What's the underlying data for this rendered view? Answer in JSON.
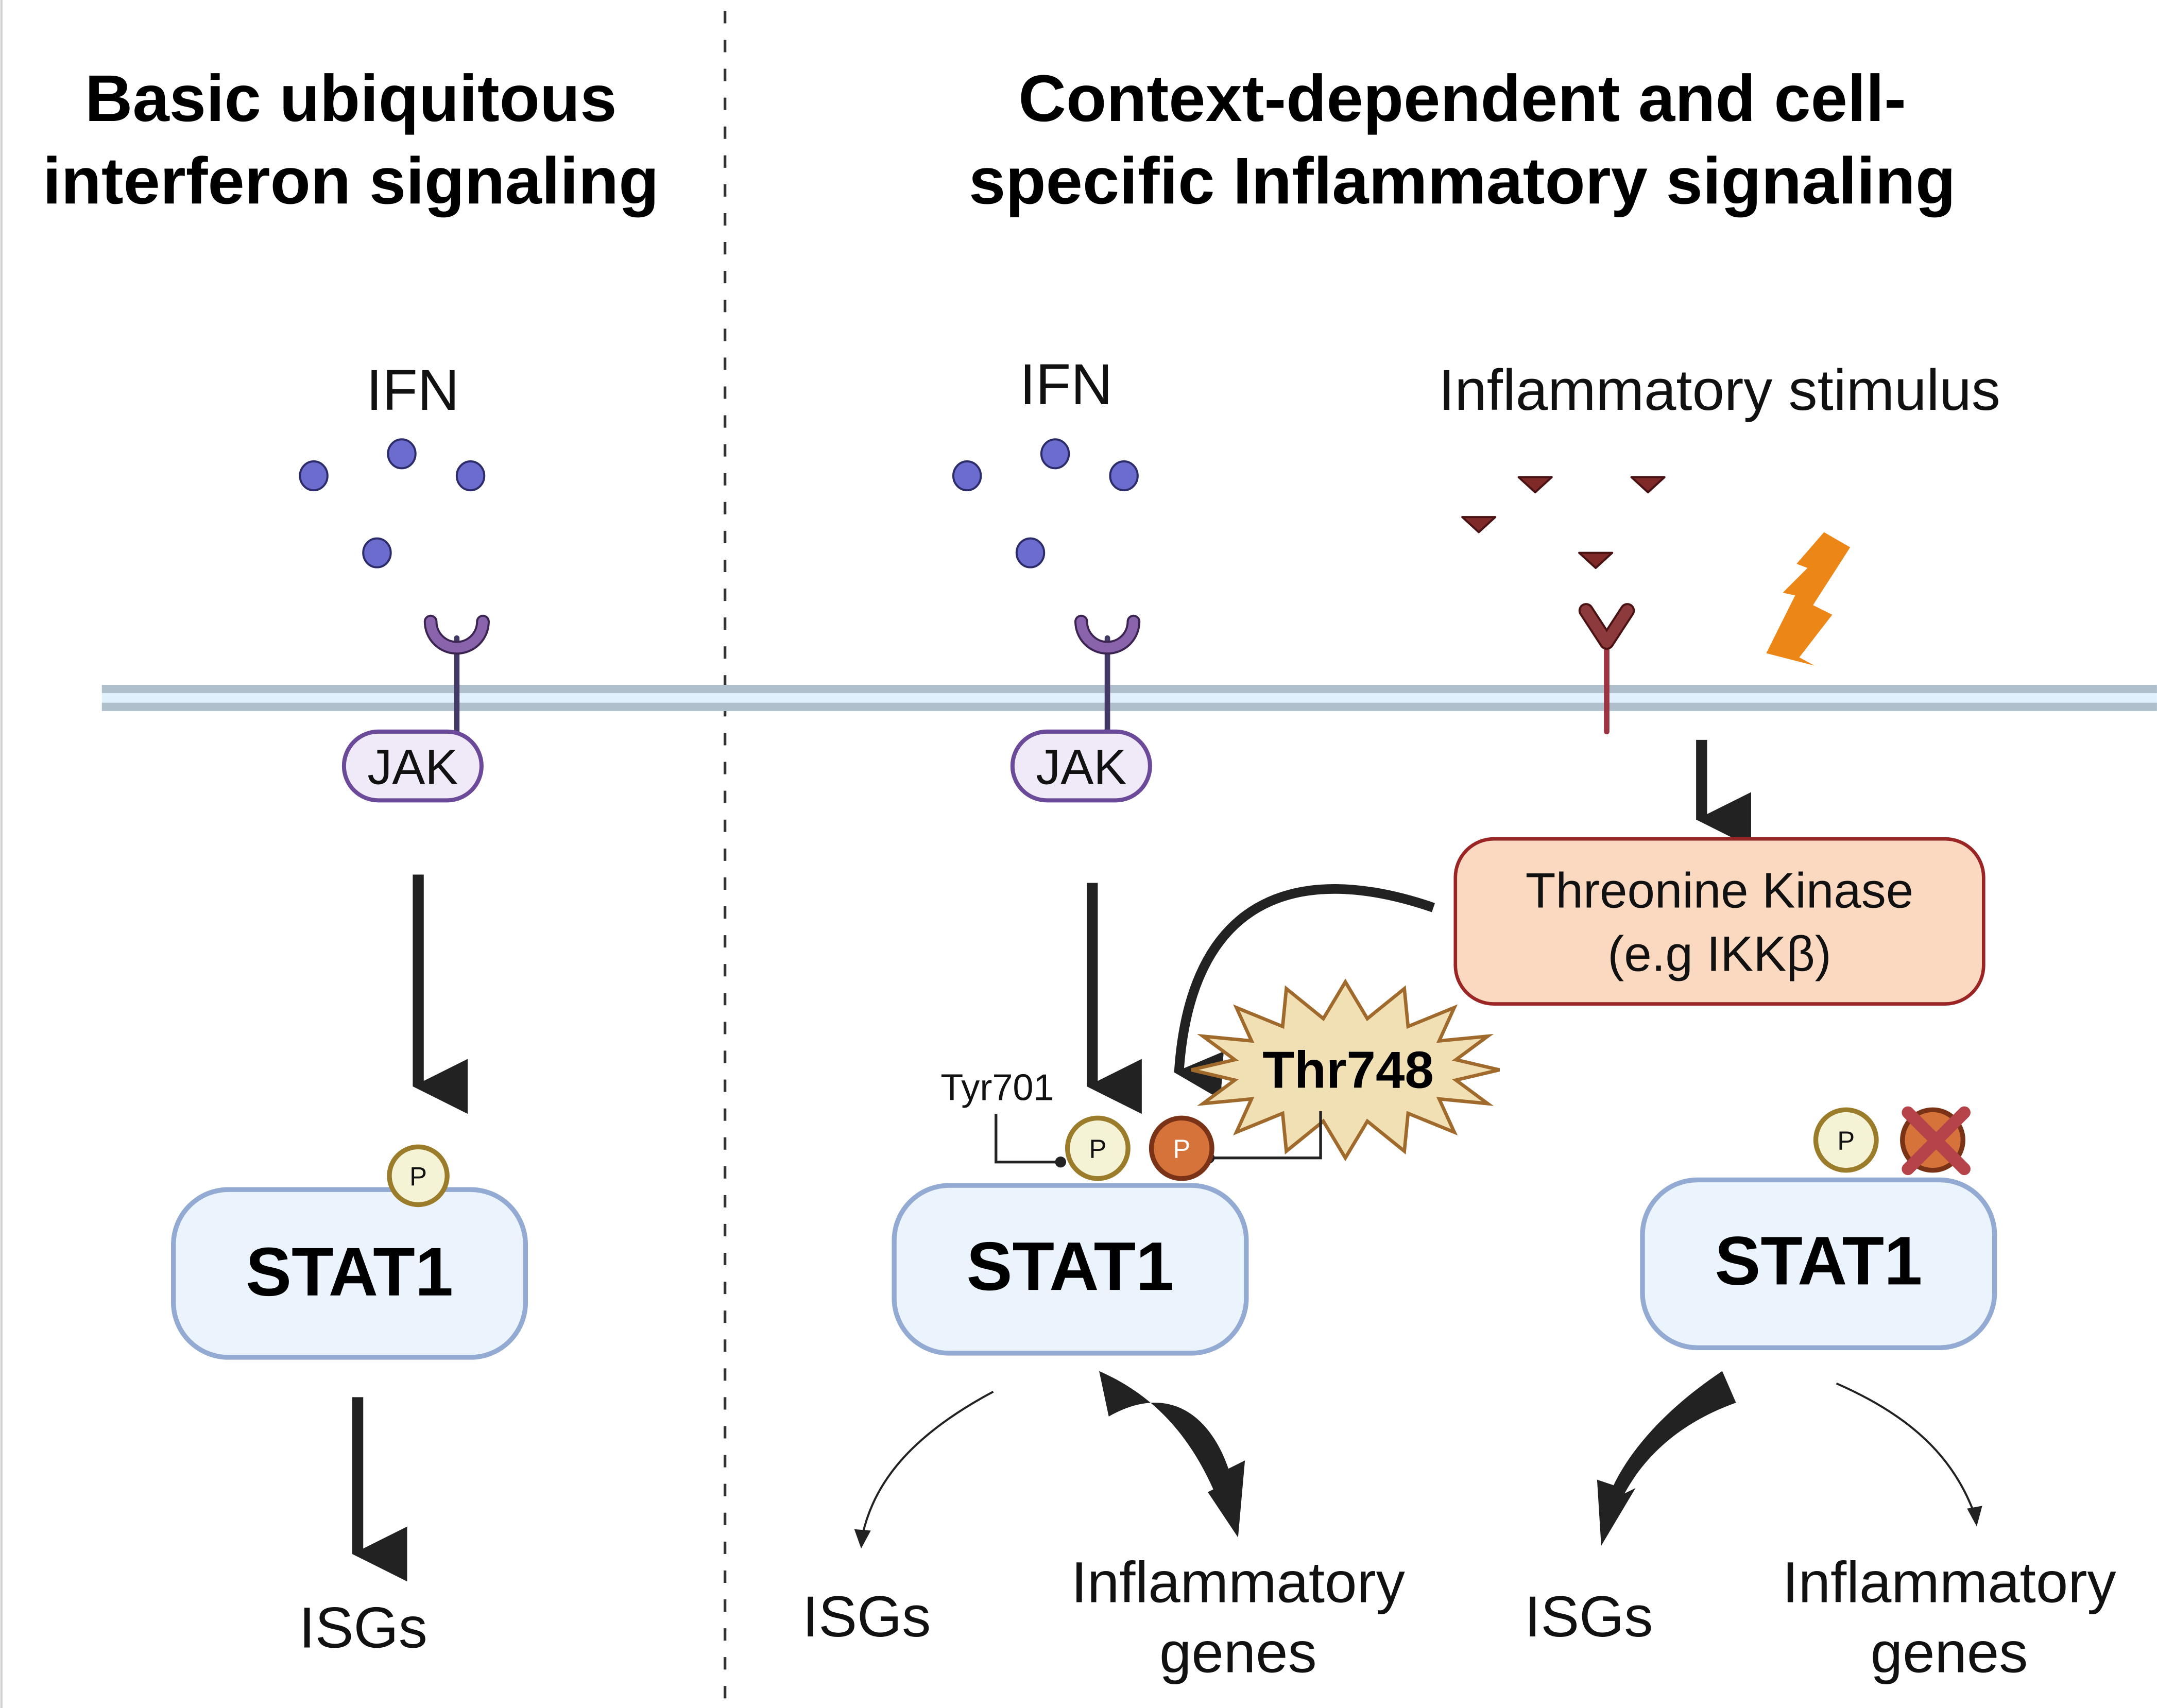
{
  "left_panel": {
    "title_line1": "Basic ubiquitous",
    "title_line2": "interferon signaling",
    "ligand_label": "IFN",
    "kinase_label": "JAK",
    "phospho_label": "P",
    "transcription_factor": "STAT1",
    "output_label": "ISGs"
  },
  "right_panel": {
    "title_line1": "Context-dependent and cell-",
    "title_line2": "specific Inflammatory signaling",
    "ifn_label": "IFN",
    "jak_label": "JAK",
    "stimulus_label": "Inflammatory stimulus",
    "kinase_box_line1": "Threonine Kinase",
    "kinase_box_line2": "(e.g IKKβ)",
    "tyr_site_label": "Tyr701",
    "thr_site_label": "Thr748",
    "phospho_label": "P",
    "middle_stat": {
      "label": "STAT1",
      "outputs": [
        {
          "label": "ISGs",
          "strength": "weak"
        },
        {
          "label_line1": "Inflammatory",
          "label_line2": "genes",
          "strength": "strong"
        }
      ]
    },
    "right_stat": {
      "label": "STAT1",
      "thr748_blocked": true,
      "outputs": [
        {
          "label": "ISGs",
          "strength": "strong"
        },
        {
          "label_line1": "Inflammatory",
          "label_line2": "genes",
          "strength": "weak"
        }
      ]
    }
  },
  "colors": {
    "ifn_ligand": "#6c6ccf",
    "receptor_purple": "#8a63ad",
    "jak_fill": "#efe9f8",
    "jak_stroke": "#6b4a99",
    "stat_fill": "#ebf3fc",
    "stat_stroke": "#93aad3",
    "p_tyr_fill": "#f4f3d6",
    "p_tyr_stroke": "#9a7c2a",
    "p_thr_fill": "#d6733a",
    "p_thr_stroke": "#7a3317",
    "stimulus_ligand": "#7f2a29",
    "stimulus_receptor": "#8c3a3c",
    "lightning": "#ec8717",
    "kinase_fill": "#fad9c0",
    "kinase_stroke": "#9b2424",
    "starburst_fill": "#f0e0b4",
    "starburst_stroke": "#a06a2c",
    "cross": "#b6434a",
    "membrane_outer": "#b0bfcc",
    "membrane_inner": "#e0f0fc",
    "arrow": "#222222"
  }
}
